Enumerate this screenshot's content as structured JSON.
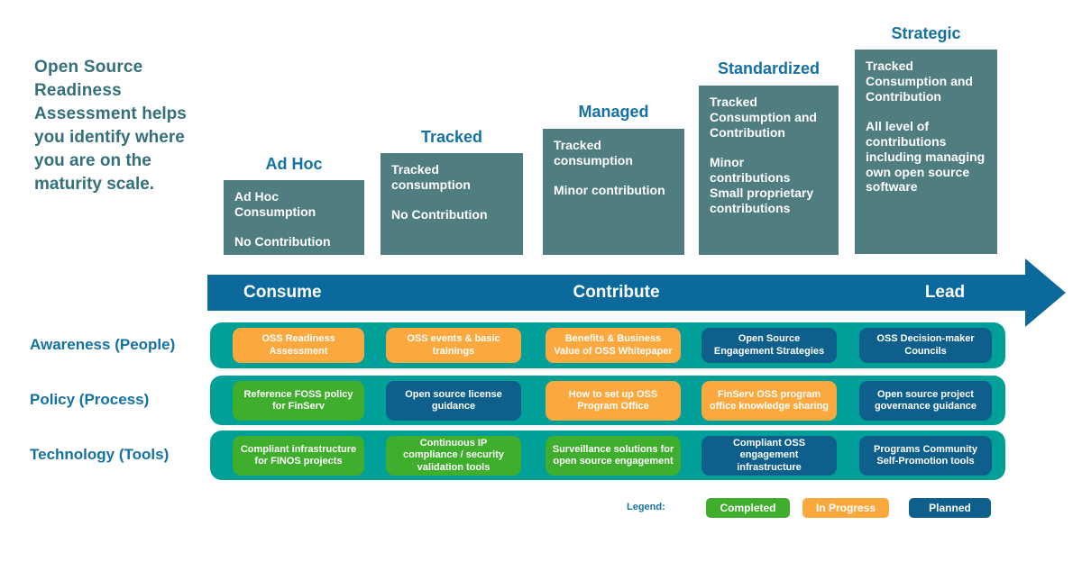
{
  "intro": {
    "title_bold": "Open Source Readiness Assessment",
    "title_rest": " helps you identify where you are on the maturity scale."
  },
  "columns": [
    {
      "header": "Ad Hoc",
      "body": "Ad Hoc Consumption\n\nNo Contribution"
    },
    {
      "header": "Tracked",
      "body": "Tracked consumption\n\nNo Contribution"
    },
    {
      "header": "Managed",
      "body": "Tracked consumption\n\nMinor contribution"
    },
    {
      "header": "Standardized",
      "body": "Tracked Consumption and Contribution\n\nMinor contributions\nSmall proprietary contributions"
    },
    {
      "header": "Strategic",
      "body": "Tracked Consumption and Contribution\n\nAll level of contributions including managing own open source software"
    }
  ],
  "axis": {
    "consume": "Consume",
    "contribute": "Contribute",
    "lead": "Lead"
  },
  "rows": [
    {
      "label": "Awareness (People)",
      "pills": [
        {
          "label": "OSS Readiness Assessment",
          "status": "in-progress"
        },
        {
          "label": "OSS events & basic trainings",
          "status": "in-progress"
        },
        {
          "label": "Benefits & Business Value of OSS Whitepaper",
          "status": "in-progress"
        },
        {
          "label": "Open Source Engagement Strategies",
          "status": "planned"
        },
        {
          "label": "OSS Decision-maker Councils",
          "status": "planned"
        }
      ]
    },
    {
      "label": "Policy (Process)",
      "pills": [
        {
          "label": "Reference FOSS policy for FinServ",
          "status": "completed"
        },
        {
          "label": "Open source license guidance",
          "status": "planned"
        },
        {
          "label": "How to set up OSS Program Office",
          "status": "in-progress"
        },
        {
          "label": "FinServ OSS program office knowledge sharing",
          "status": "in-progress"
        },
        {
          "label": "Open source project governance guidance",
          "status": "planned"
        }
      ]
    },
    {
      "label": "Technology (Tools)",
      "pills": [
        {
          "label": "Compliant infrastructure for FINOS projects",
          "status": "completed"
        },
        {
          "label": "Continuous IP compliance / security validation tools",
          "status": "completed"
        },
        {
          "label": "Surveillance solutions for open source engagement",
          "status": "completed"
        },
        {
          "label": "Compliant  OSS engagement infrastructure",
          "status": "planned"
        },
        {
          "label": "Programs Community Self-Promotion tools",
          "status": "planned"
        }
      ]
    }
  ],
  "legend": {
    "label": "Legend:",
    "items": [
      {
        "label": "Completed",
        "status": "completed"
      },
      {
        "label": "In Progress",
        "status": "in-progress"
      },
      {
        "label": "Planned",
        "status": "planned"
      }
    ]
  },
  "colors": {
    "maturity_box": "#507D7F",
    "heading_blue": "#1471A4",
    "intro_text": "#34707A",
    "arrow": "#0B6A9B",
    "row_container": "#00A099",
    "completed": "#3FAE2C",
    "in_progress": "#FBA83F",
    "planned": "#0F5F8C"
  }
}
